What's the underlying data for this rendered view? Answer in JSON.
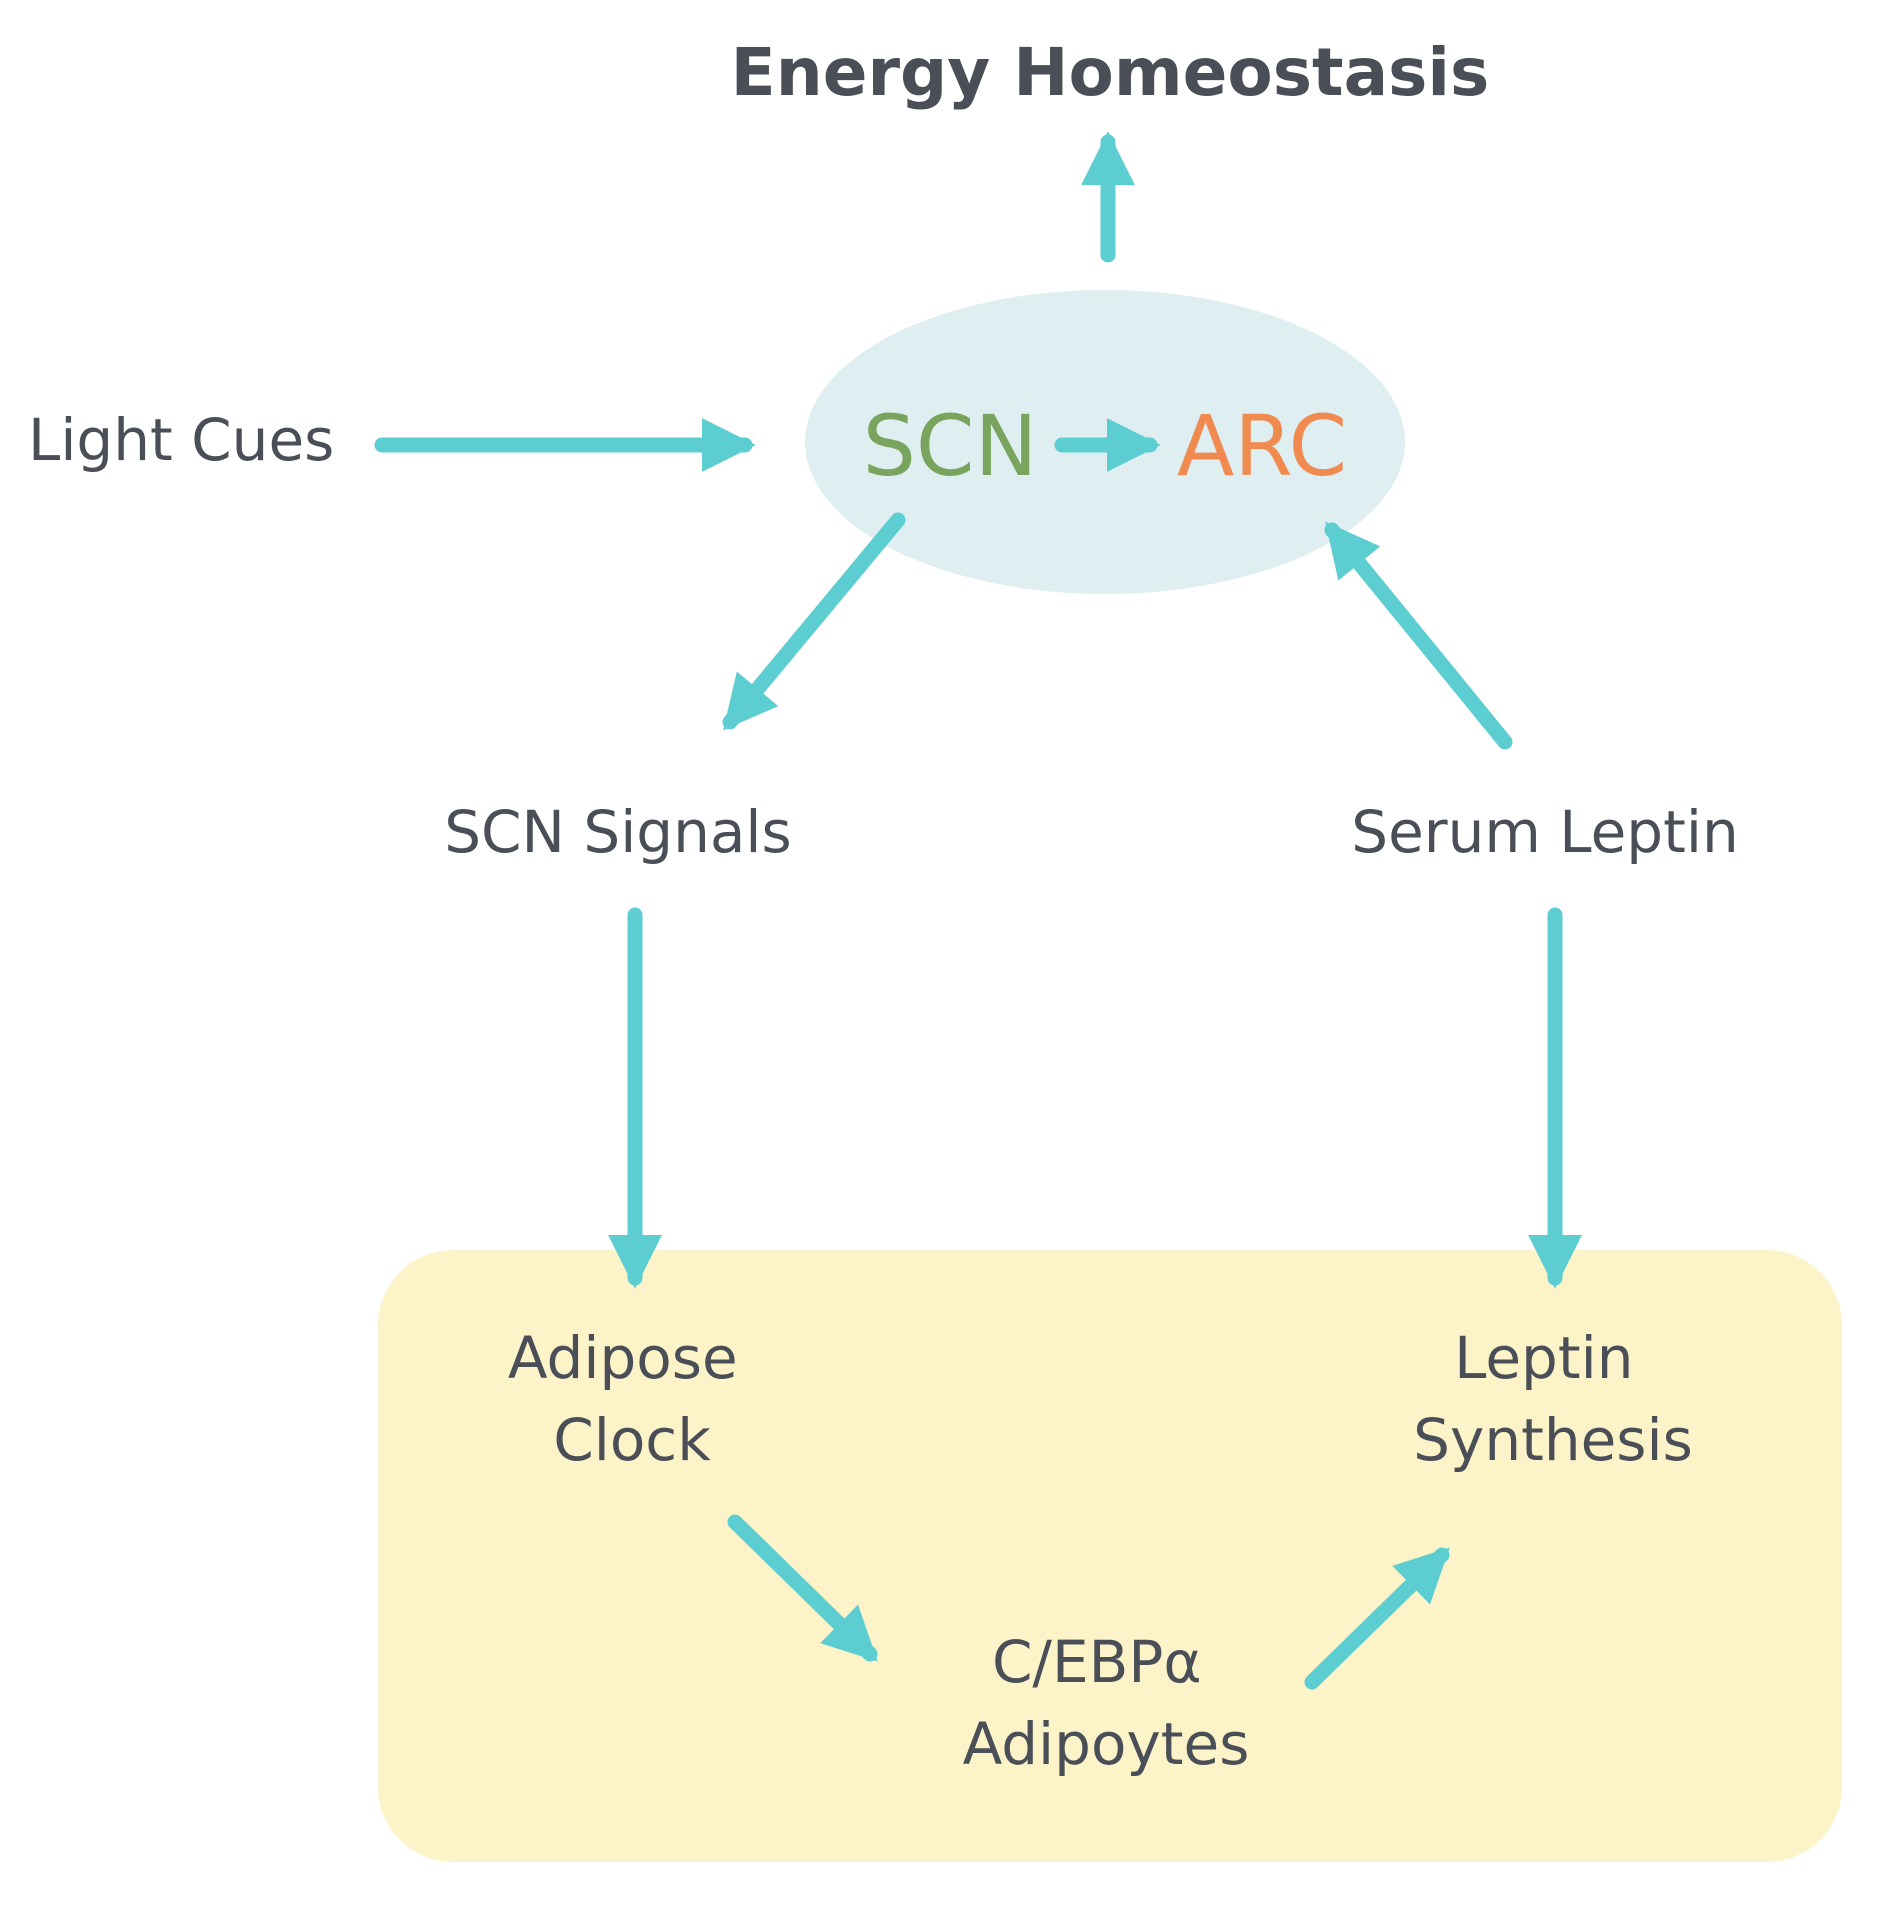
{
  "colors": {
    "arrow": "#5ccdd0",
    "hypothalamus_fill": "#deeef1",
    "adipose_panel_fill": "#fcf4c8",
    "text": "#4a4f57",
    "scn": "#79a45e",
    "arc": "#f08a4f"
  },
  "nodes": {
    "energy_homeostasis": "Energy Homeostasis",
    "light_cues": "Light Cues",
    "scn": "SCN",
    "arc": "ARC",
    "scn_signals": "SCN Signals",
    "serum_leptin": "Serum Leptin",
    "adipose_clock": [
      "Adipose",
      "Clock"
    ],
    "leptin_synthesis": [
      "Leptin",
      "Synthesis"
    ],
    "cebpa_adipocytes": [
      "C/EBPα",
      "Adipoytes"
    ]
  },
  "edges": [
    {
      "from": "light_cues",
      "to": "scn"
    },
    {
      "from": "scn",
      "to": "arc"
    },
    {
      "from": "hypothalamus",
      "to": "energy_homeostasis"
    },
    {
      "from": "scn",
      "to": "scn_signals"
    },
    {
      "from": "serum_leptin",
      "to": "arc"
    },
    {
      "from": "scn_signals",
      "to": "adipose_clock"
    },
    {
      "from": "serum_leptin",
      "to": "leptin_synthesis"
    },
    {
      "from": "adipose_clock",
      "to": "cebpa_adipocytes"
    },
    {
      "from": "cebpa_adipocytes",
      "to": "leptin_synthesis"
    }
  ]
}
